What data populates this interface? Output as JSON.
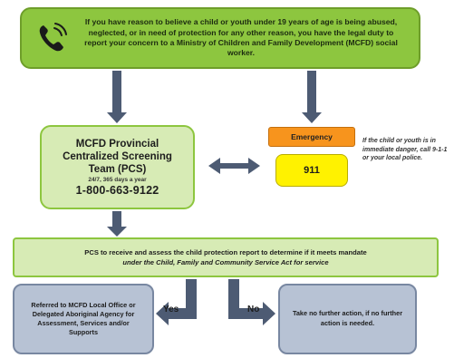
{
  "top_box": {
    "text": "If you have reason to believe a child or youth under 19 years of age is being abused, neglected, or in need of protection for any other reason, you have the legal duty to report your concern to a Ministry of Children and Family Development (MCFD) social worker."
  },
  "mcfd": {
    "title_line1": "MCFD Provincial",
    "title_line2": "Centralized Screening",
    "title_line3": "Team (PCS)",
    "hours": "24/7, 365 days a year",
    "phone": "1-800-663-9122"
  },
  "emergency": {
    "label": "Emergency",
    "number": "911",
    "note": "If the child or youth is in immediate danger, call 9-1-1 or your local police."
  },
  "pcs": {
    "line1": "PCS to receive and assess the child protection report to determine if it meets mandate",
    "line2": "under the Child, Family and Community Service Act for service"
  },
  "referred": {
    "text": "Referred to MCFD Local Office or Delegated Aboriginal Agency for Assessment, Services and/or Supports"
  },
  "no_action": {
    "text": "Take no further action, if no further action is needed."
  },
  "decisions": {
    "yes": "Yes",
    "no": "No"
  },
  "colors": {
    "green_dark": "#8dc63f",
    "green_light": "#d7ebb5",
    "orange": "#f7941d",
    "yellow": "#fff200",
    "slate": "#b7c2d4",
    "arrow": "#4d5b73"
  },
  "icons": {
    "phone": "phone-ringing-icon"
  }
}
